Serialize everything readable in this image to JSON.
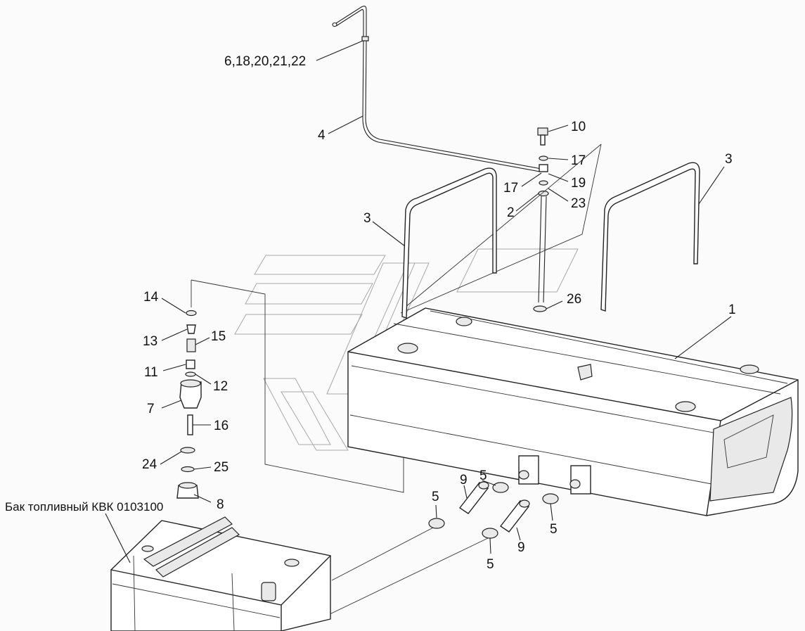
{
  "caption": "Бак топливный КВК 0103100",
  "labels": [
    {
      "id": "lbl-6-18-20-21-22",
      "text": "6,18,20,21,22"
    },
    {
      "id": "lbl-4",
      "text": "4"
    },
    {
      "id": "lbl-10",
      "text": "10"
    },
    {
      "id": "lbl-17a",
      "text": "17"
    },
    {
      "id": "lbl-17b",
      "text": "17"
    },
    {
      "id": "lbl-19",
      "text": "19"
    },
    {
      "id": "lbl-2",
      "text": "2"
    },
    {
      "id": "lbl-23",
      "text": "23"
    },
    {
      "id": "lbl-3a",
      "text": "3"
    },
    {
      "id": "lbl-3b",
      "text": "3"
    },
    {
      "id": "lbl-14",
      "text": "14"
    },
    {
      "id": "lbl-13",
      "text": "13"
    },
    {
      "id": "lbl-15",
      "text": "15"
    },
    {
      "id": "lbl-11",
      "text": "11"
    },
    {
      "id": "lbl-12",
      "text": "12"
    },
    {
      "id": "lbl-7",
      "text": "7"
    },
    {
      "id": "lbl-16",
      "text": "16"
    },
    {
      "id": "lbl-24",
      "text": "24"
    },
    {
      "id": "lbl-25",
      "text": "25"
    },
    {
      "id": "lbl-8",
      "text": "8"
    },
    {
      "id": "lbl-26",
      "text": "26"
    },
    {
      "id": "lbl-1",
      "text": "1"
    },
    {
      "id": "lbl-5a",
      "text": "5"
    },
    {
      "id": "lbl-5b",
      "text": "5"
    },
    {
      "id": "lbl-5c",
      "text": "5"
    },
    {
      "id": "lbl-5d",
      "text": "5"
    },
    {
      "id": "lbl-9a",
      "text": "9"
    },
    {
      "id": "lbl-9b",
      "text": "9"
    }
  ]
}
